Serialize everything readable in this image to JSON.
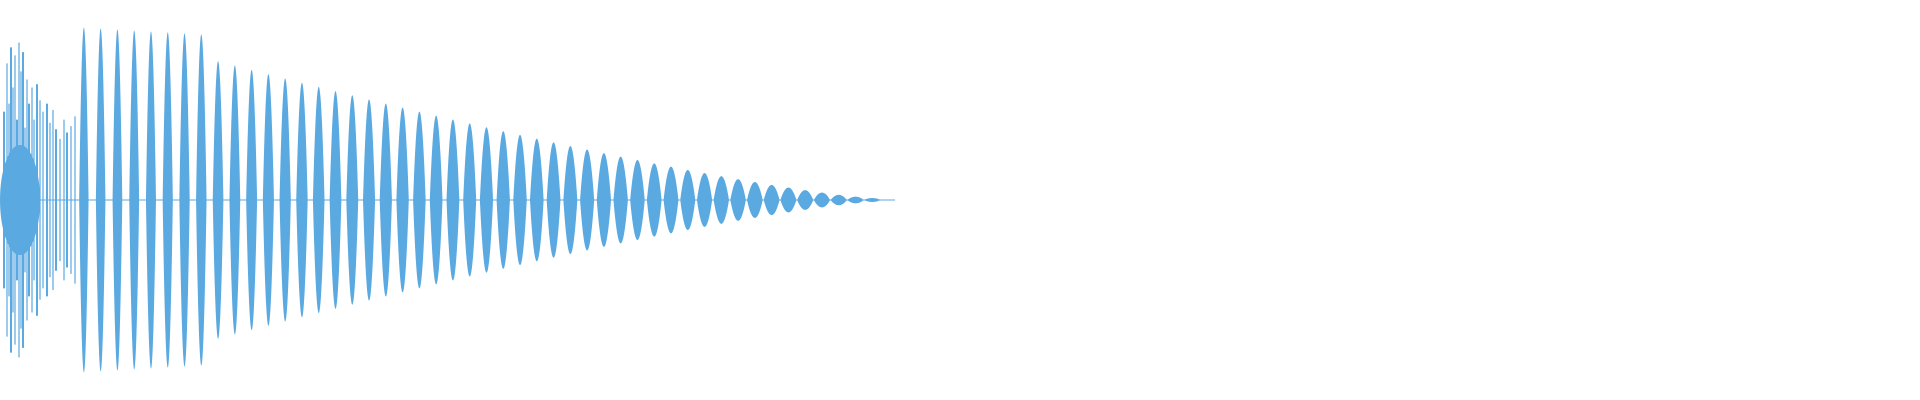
{
  "waveform": {
    "name": "audio-waveform",
    "color": "#5aa9e1",
    "background": "#ffffff",
    "description_shape": "decaying oscillation",
    "burst_count_visible": 48,
    "signal_fraction_of_width": 0.46,
    "peak_amplitude": 0.98,
    "amplitude_envelope_end": 0.01
  }
}
